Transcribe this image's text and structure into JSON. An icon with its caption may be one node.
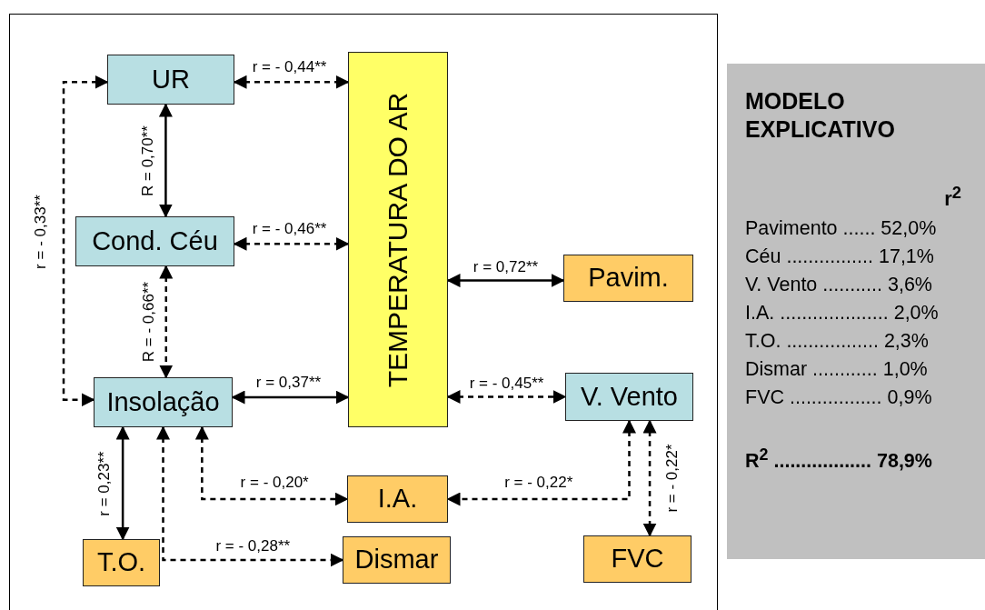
{
  "diagram": {
    "nodes": [
      {
        "text": [
          "UR"
        ]
      },
      {
        "text": [
          "Cond. Céu"
        ]
      },
      {
        "text": [
          "Insolação"
        ]
      },
      {
        "text": [
          "TEMPERATURA DO AR"
        ]
      },
      {
        "text": [
          "Pavim."
        ]
      },
      {
        "text": [
          "V. Vento"
        ]
      },
      {
        "text": [
          "I.A."
        ]
      },
      {
        "text": [
          "T.O."
        ]
      },
      {
        "text": [
          "Dismar"
        ]
      },
      {
        "text": [
          "FVC"
        ]
      },
      {
        "text": [
          "MODELO EXPLICATIVO",
          "r$^{2}$",
          "Pavimento ...... 52,0%",
          "Céu ................ 17,1%",
          "V. Vento ........... 3,6%",
          "I.A. .................... 2,0%",
          "T.O. ................. 2,3%",
          "Dismar ............ 1,0%",
          "FVC ................. 0,9%",
          "R$^{2}$ .................. 78,9%"
        ]
      }
    ],
    "edges": [
      {
        "from": 0,
        "to": 3,
        "arrow": "both",
        "label": "r = - 0,44**",
        "style": "dashed"
      },
      {
        "from": 0,
        "to": 1,
        "arrow": "both",
        "label": "R = 0,70**"
      },
      {
        "from": 0,
        "to": 2,
        "arrow": "both",
        "label": "r = - 0,33**",
        "style": "dashed"
      },
      {
        "from": 1,
        "to": 3,
        "arrow": "both",
        "label": "r = - 0,46**",
        "style": "dashed"
      },
      {
        "from": 1,
        "to": 2,
        "arrow": "both",
        "label": "R = - 0,66**",
        "style": "dashed"
      },
      {
        "from": 2,
        "to": 3,
        "arrow": "both",
        "label": "r = 0,37**"
      },
      {
        "from": 3,
        "to": 4,
        "arrow": "both",
        "label": "r = 0,72**"
      },
      {
        "from": 3,
        "to": 5,
        "arrow": "both",
        "label": "r = - 0,45**",
        "style": "dashed"
      },
      {
        "from": 2,
        "to": 6,
        "arrow": "both",
        "label": "r = - 0,20*",
        "style": "dashed"
      },
      {
        "from": 5,
        "to": 6,
        "arrow": "both",
        "label": "r = - 0,22*",
        "style": "dashed"
      },
      {
        "from": 2,
        "to": 7,
        "arrow": "both",
        "label": "r = 0,23**"
      },
      {
        "from": 2,
        "to": 8,
        "arrow": "both",
        "label": "r = - 0,28**",
        "style": "dashed"
      },
      {
        "from": 5,
        "to": 9,
        "arrow": "both",
        "label": "r = - 0,22*",
        "style": "dashed"
      }
    ]
  }
}
